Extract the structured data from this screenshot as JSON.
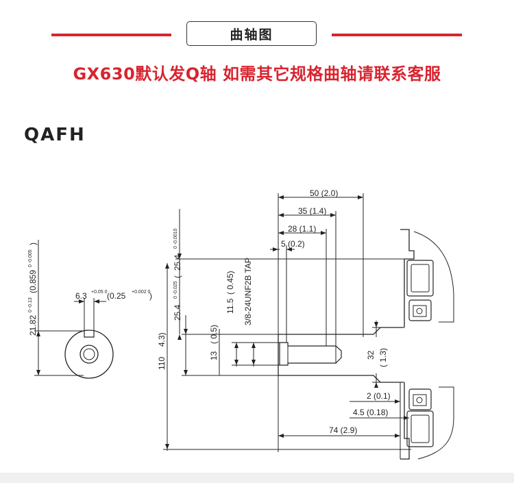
{
  "header": {
    "title": "曲轴图"
  },
  "subtitle": "GX630默认发Q轴 如需其它规格曲轴请联系客服",
  "model": "QAFH",
  "colors": {
    "accent": "#d8242f",
    "line": "#222222"
  },
  "dims": {
    "d50": "50 (2.0)",
    "d35": "35 (1.4)",
    "d28": "28 (1.1)",
    "d5": "5 (0.2)",
    "d2": "2 (0.1)",
    "d45": "4.5 (0.18)",
    "d74": "74 (2.9)",
    "d254a": "25.4",
    "d254a_tol": "0 -0.0010",
    "d254b": "25.4",
    "d254b_tol": "0 -0.025",
    "d254b_paren": "(",
    "d115": "11.5",
    "d115_in": "( 0.45)",
    "d13": "13",
    "d13_in": "( 0.5)",
    "tap": "3/8-24UNF2B TAP",
    "d110": "110",
    "d110_in": "4.3)",
    "d32": "32",
    "d32_in": "( 1.3)",
    "key_w": "6.3",
    "key_w_tol": "+0.05 0",
    "key_w_in": "(0.25",
    "key_w_in_tol": "+0.002 0",
    "key_w_in_close": ")",
    "d2182": "21.82",
    "d2182_tol": "0 -0.13",
    "d2182_in": "(0.859",
    "d2182_in_tol": "0 -0.005",
    "d2182_in_close": ")"
  }
}
